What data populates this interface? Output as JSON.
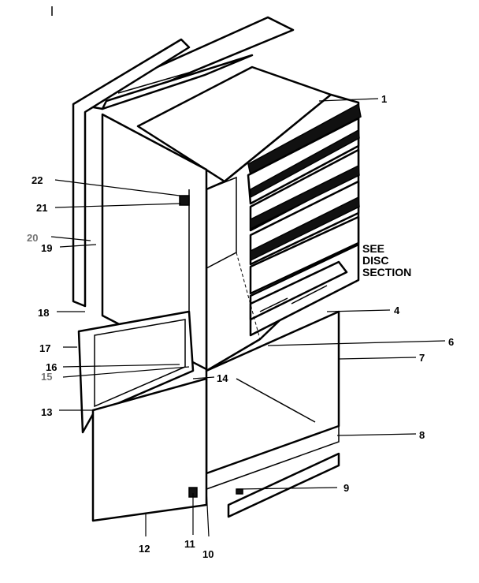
{
  "callouts": {
    "c1": "1",
    "c4": "4",
    "c6": "6",
    "c7": "7",
    "c8": "8",
    "c9": "9",
    "c10": "10",
    "c11": "11",
    "c12": "12",
    "c13": "13",
    "c14": "14",
    "c15": "15",
    "c16": "16",
    "c17": "17",
    "c18": "18",
    "c19": "19",
    "c20": "20",
    "c21": "21",
    "c22": "22"
  },
  "note": {
    "line1": "SEE",
    "line2": "DISC",
    "line3": "SECTION"
  }
}
